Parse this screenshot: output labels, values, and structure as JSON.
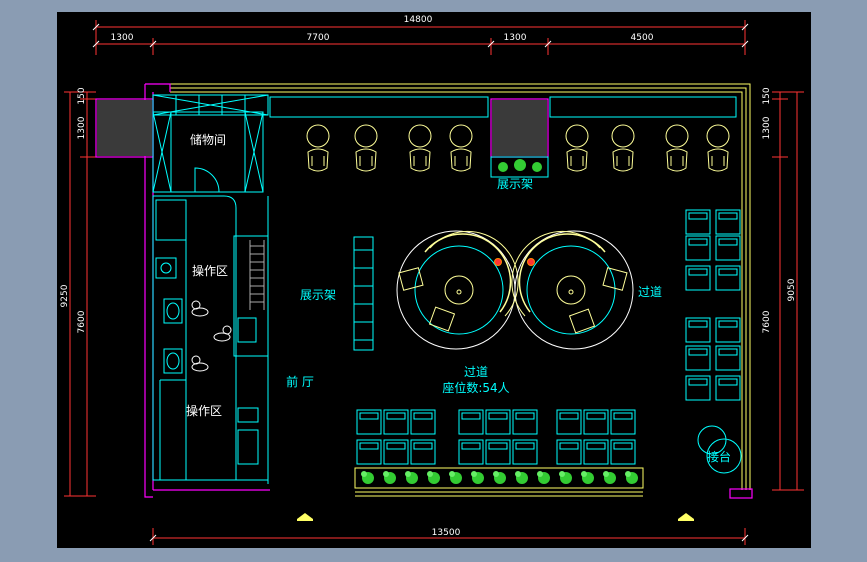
{
  "dimensions": {
    "top_total": "14800",
    "top_segments": [
      "1300",
      "7700",
      "1300",
      "4500"
    ],
    "bottom_total": "13500",
    "left_total": "9250",
    "left_segments": [
      "150",
      "1300",
      "7600"
    ],
    "right_total": "9050",
    "right_segments": [
      "150",
      "1300",
      "7600"
    ]
  },
  "rooms": {
    "storage": "储物间",
    "operation_1": "操作区",
    "operation_2": "操作区",
    "display_top": "展示架",
    "display_left": "展示架",
    "lobby": "前 厅",
    "aisle_center": "过道",
    "aisle_right": "过道",
    "seat_count": "座位数:54人",
    "reception": "接台"
  },
  "colors": {
    "background": "#000000",
    "frame": "#8a9cb3",
    "wall": "#ffff66",
    "furniture": "#00ffff",
    "magenta": "#ff00ff",
    "plant": "#33cc33",
    "chair": "#ffff99"
  }
}
